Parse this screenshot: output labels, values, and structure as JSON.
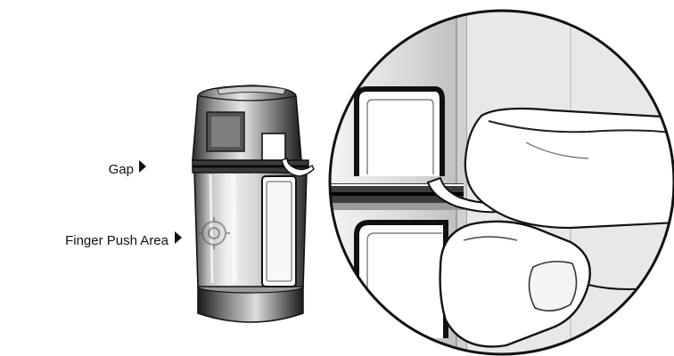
{
  "labels": {
    "gap": "Gap",
    "finger_push_area": "Finger Push Area"
  },
  "icons": {
    "callout_arrow": "right-pointing-triangle"
  },
  "colors": {
    "ink": "#111111",
    "background": "#ffffff"
  }
}
